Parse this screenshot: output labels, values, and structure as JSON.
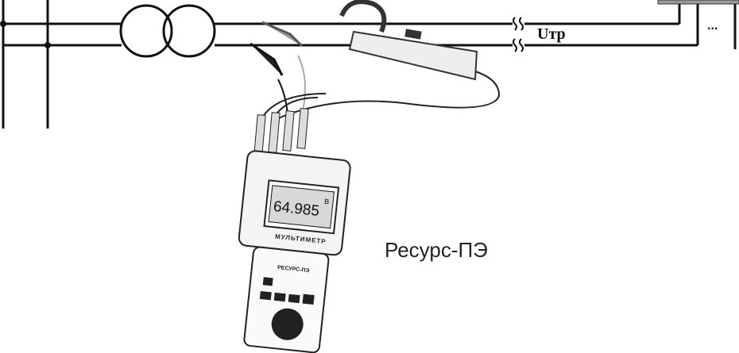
{
  "labels": {
    "voltage": "Uтр",
    "continuation": "...",
    "device_caption": "Ресурс-ПЭ"
  },
  "device": {
    "display_value": "64.985",
    "display_unit": "В",
    "panel_label": "МУЛЬТИМЕТР",
    "model_label": "РЕСУРС-ПЭ"
  },
  "colors": {
    "line": "#111111",
    "gray": "#9a9a9a"
  }
}
